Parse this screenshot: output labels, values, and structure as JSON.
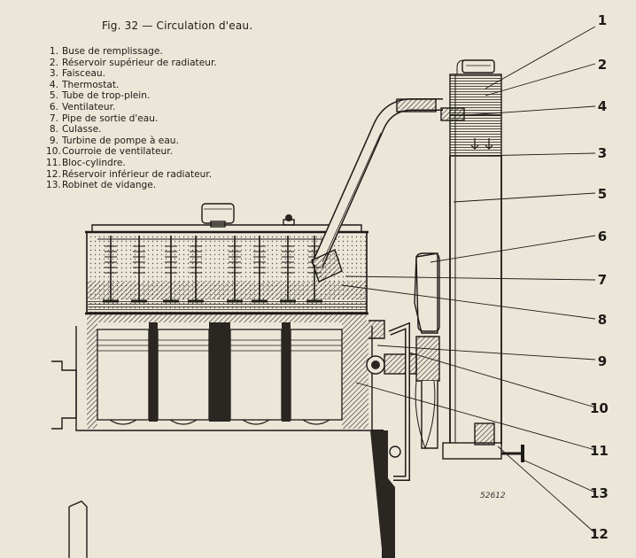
{
  "figure": {
    "caption": "Fig. 32 — Circulation d'eau."
  },
  "legend": [
    {
      "num": "1.",
      "label": "Buse de remplissage."
    },
    {
      "num": "2.",
      "label": "Réservoir supérieur de radiateur."
    },
    {
      "num": "3.",
      "label": "Faisceau."
    },
    {
      "num": "4.",
      "label": "Thermostat."
    },
    {
      "num": "5.",
      "label": "Tube de trop-plein."
    },
    {
      "num": "6.",
      "label": "Ventilateur."
    },
    {
      "num": "7.",
      "label": "Pipe de sortie d'eau."
    },
    {
      "num": "8.",
      "label": "Culasse."
    },
    {
      "num": "9.",
      "label": "Turbine de pompe à eau."
    },
    {
      "num": "10.",
      "label": "Courroie de ventilateur."
    },
    {
      "num": "11.",
      "label": "Bloc-cylindre."
    },
    {
      "num": "12.",
      "label": "Réservoir inférieur de radiateur."
    },
    {
      "num": "13.",
      "label": "Robinet de vidange."
    }
  ],
  "callouts": [
    "1",
    "2",
    "4",
    "3",
    "5",
    "6",
    "7",
    "8",
    "9",
    "10",
    "11",
    "13",
    "12"
  ],
  "reference": "52612"
}
